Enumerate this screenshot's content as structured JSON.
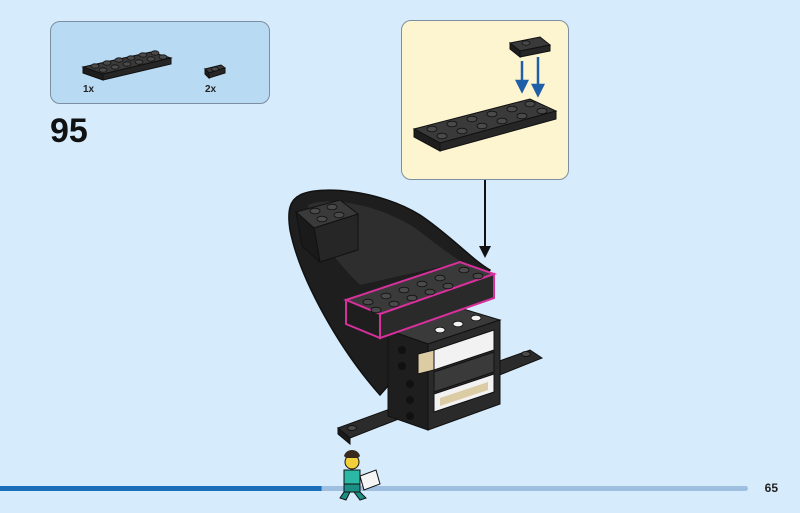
{
  "step": {
    "number": "95"
  },
  "parts_list": [
    {
      "quantity": "1x",
      "part": "black-plate-2x6-icon"
    },
    {
      "quantity": "2x",
      "part": "black-plate-1x2-icon"
    }
  ],
  "page": {
    "number": "65"
  },
  "colors": {
    "background": "#d6ebfb",
    "parts_box": "#b9daf3",
    "callout_box": "#fdf5d0",
    "brick_black": "#2b2b2b",
    "highlight": "#d6309b",
    "progress_bar": "#1a6fb8",
    "progress_track": "#9fbfe0"
  },
  "progress": {
    "fraction": 0.43
  }
}
